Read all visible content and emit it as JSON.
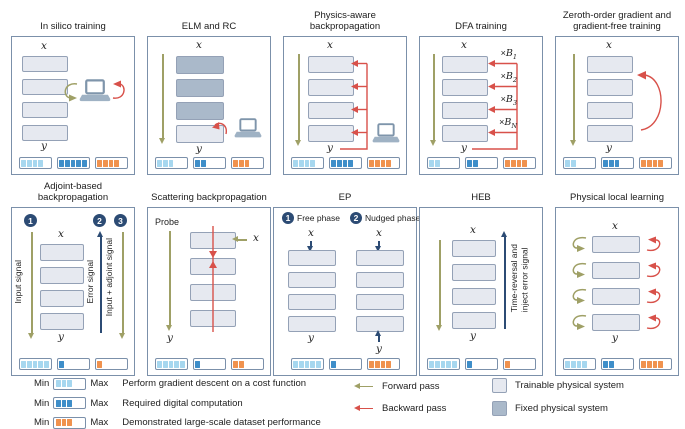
{
  "colors": {
    "panel_border": "#7b90aa",
    "block_fill": "#e6e9f0",
    "block_border": "#94a1b6",
    "fixed_fill": "#aab9ca",
    "light_blue": "#a6d7ef",
    "dark_blue": "#3e8ec9",
    "orange": "#f0924e",
    "olive": "#9fa066",
    "red": "#d8514a",
    "navy": "#2c4b74",
    "laptop_base": "#9fb2c4"
  },
  "panels": [
    {
      "title_lines": [
        "In silico training"
      ],
      "x_label": "x",
      "y_label": "y",
      "meters": [
        4,
        5,
        4
      ]
    },
    {
      "title_lines": [
        "ELM and RC"
      ],
      "x_label": "x",
      "y_label": "y",
      "meters": [
        3,
        2,
        3
      ]
    },
    {
      "title_lines": [
        "Physics-aware",
        "backpropagation"
      ],
      "x_label": "x",
      "y_label": "y",
      "meters": [
        4,
        4,
        4
      ]
    },
    {
      "title_lines": [
        "DFA training"
      ],
      "x_label": "x",
      "y_label": "y",
      "meters": [
        2,
        2,
        4
      ],
      "weights": [
        {
          "mult": "×",
          "var": "B",
          "sub": "1"
        },
        {
          "mult": "×",
          "var": "B",
          "sub": "2"
        },
        {
          "mult": "×",
          "var": "B",
          "sub": "3"
        },
        {
          "mult": "×",
          "var": "B",
          "sub": "N"
        }
      ]
    },
    {
      "title_lines": [
        "Zeroth-order gradient and",
        "gradient-free training"
      ],
      "x_label": "x",
      "y_label": "y",
      "meters": [
        2,
        3,
        4
      ]
    },
    {
      "title_lines": [
        "Adjoint-based",
        "backpropagation"
      ],
      "x_label": "x",
      "y_label": "y",
      "meters": [
        5,
        1,
        1
      ],
      "steps": [
        {
          "num": "1",
          "label": "Input signal"
        },
        {
          "num": "2",
          "label": "Error signal"
        },
        {
          "num": "3",
          "label": "Input + adjoint signal"
        }
      ]
    },
    {
      "title_lines": [
        "Scattering backpropagation"
      ],
      "x_label": "x",
      "y_label": "y",
      "meters": [
        5,
        1,
        2
      ],
      "probe_label": "Probe"
    },
    {
      "title_lines": [
        "EP"
      ],
      "x_label": "x",
      "y_label": "y",
      "meters": [
        5,
        1,
        4
      ],
      "phases": [
        {
          "num": "1",
          "label": "Free phase"
        },
        {
          "num": "2",
          "label": "Nudged phase"
        }
      ]
    },
    {
      "title_lines": [
        "HEB"
      ],
      "x_label": "x",
      "y_label": "y",
      "meters": [
        5,
        1,
        1
      ],
      "arrow_label_lines": [
        "Time-reversal and",
        "inject error signal"
      ]
    },
    {
      "title_lines": [
        "Physical local learning"
      ],
      "x_label": "x",
      "y_label": "y",
      "meters": [
        4,
        2,
        4
      ]
    }
  ],
  "legend": {
    "meter_rows": [
      {
        "min": "Min",
        "max": "Max",
        "fill": 3,
        "label": "Perform gradient descent on a cost function"
      },
      {
        "min": "Min",
        "max": "Max",
        "fill": 3,
        "label": "Required digital computation"
      },
      {
        "min": "Min",
        "max": "Max",
        "fill": 3,
        "label": "Demonstrated large-scale dataset performance"
      }
    ],
    "arrow_rows": [
      {
        "label": "Forward pass"
      },
      {
        "label": "Backward pass"
      }
    ],
    "system_rows": [
      {
        "label": "Trainable physical system"
      },
      {
        "label": "Fixed physical system"
      }
    ]
  }
}
